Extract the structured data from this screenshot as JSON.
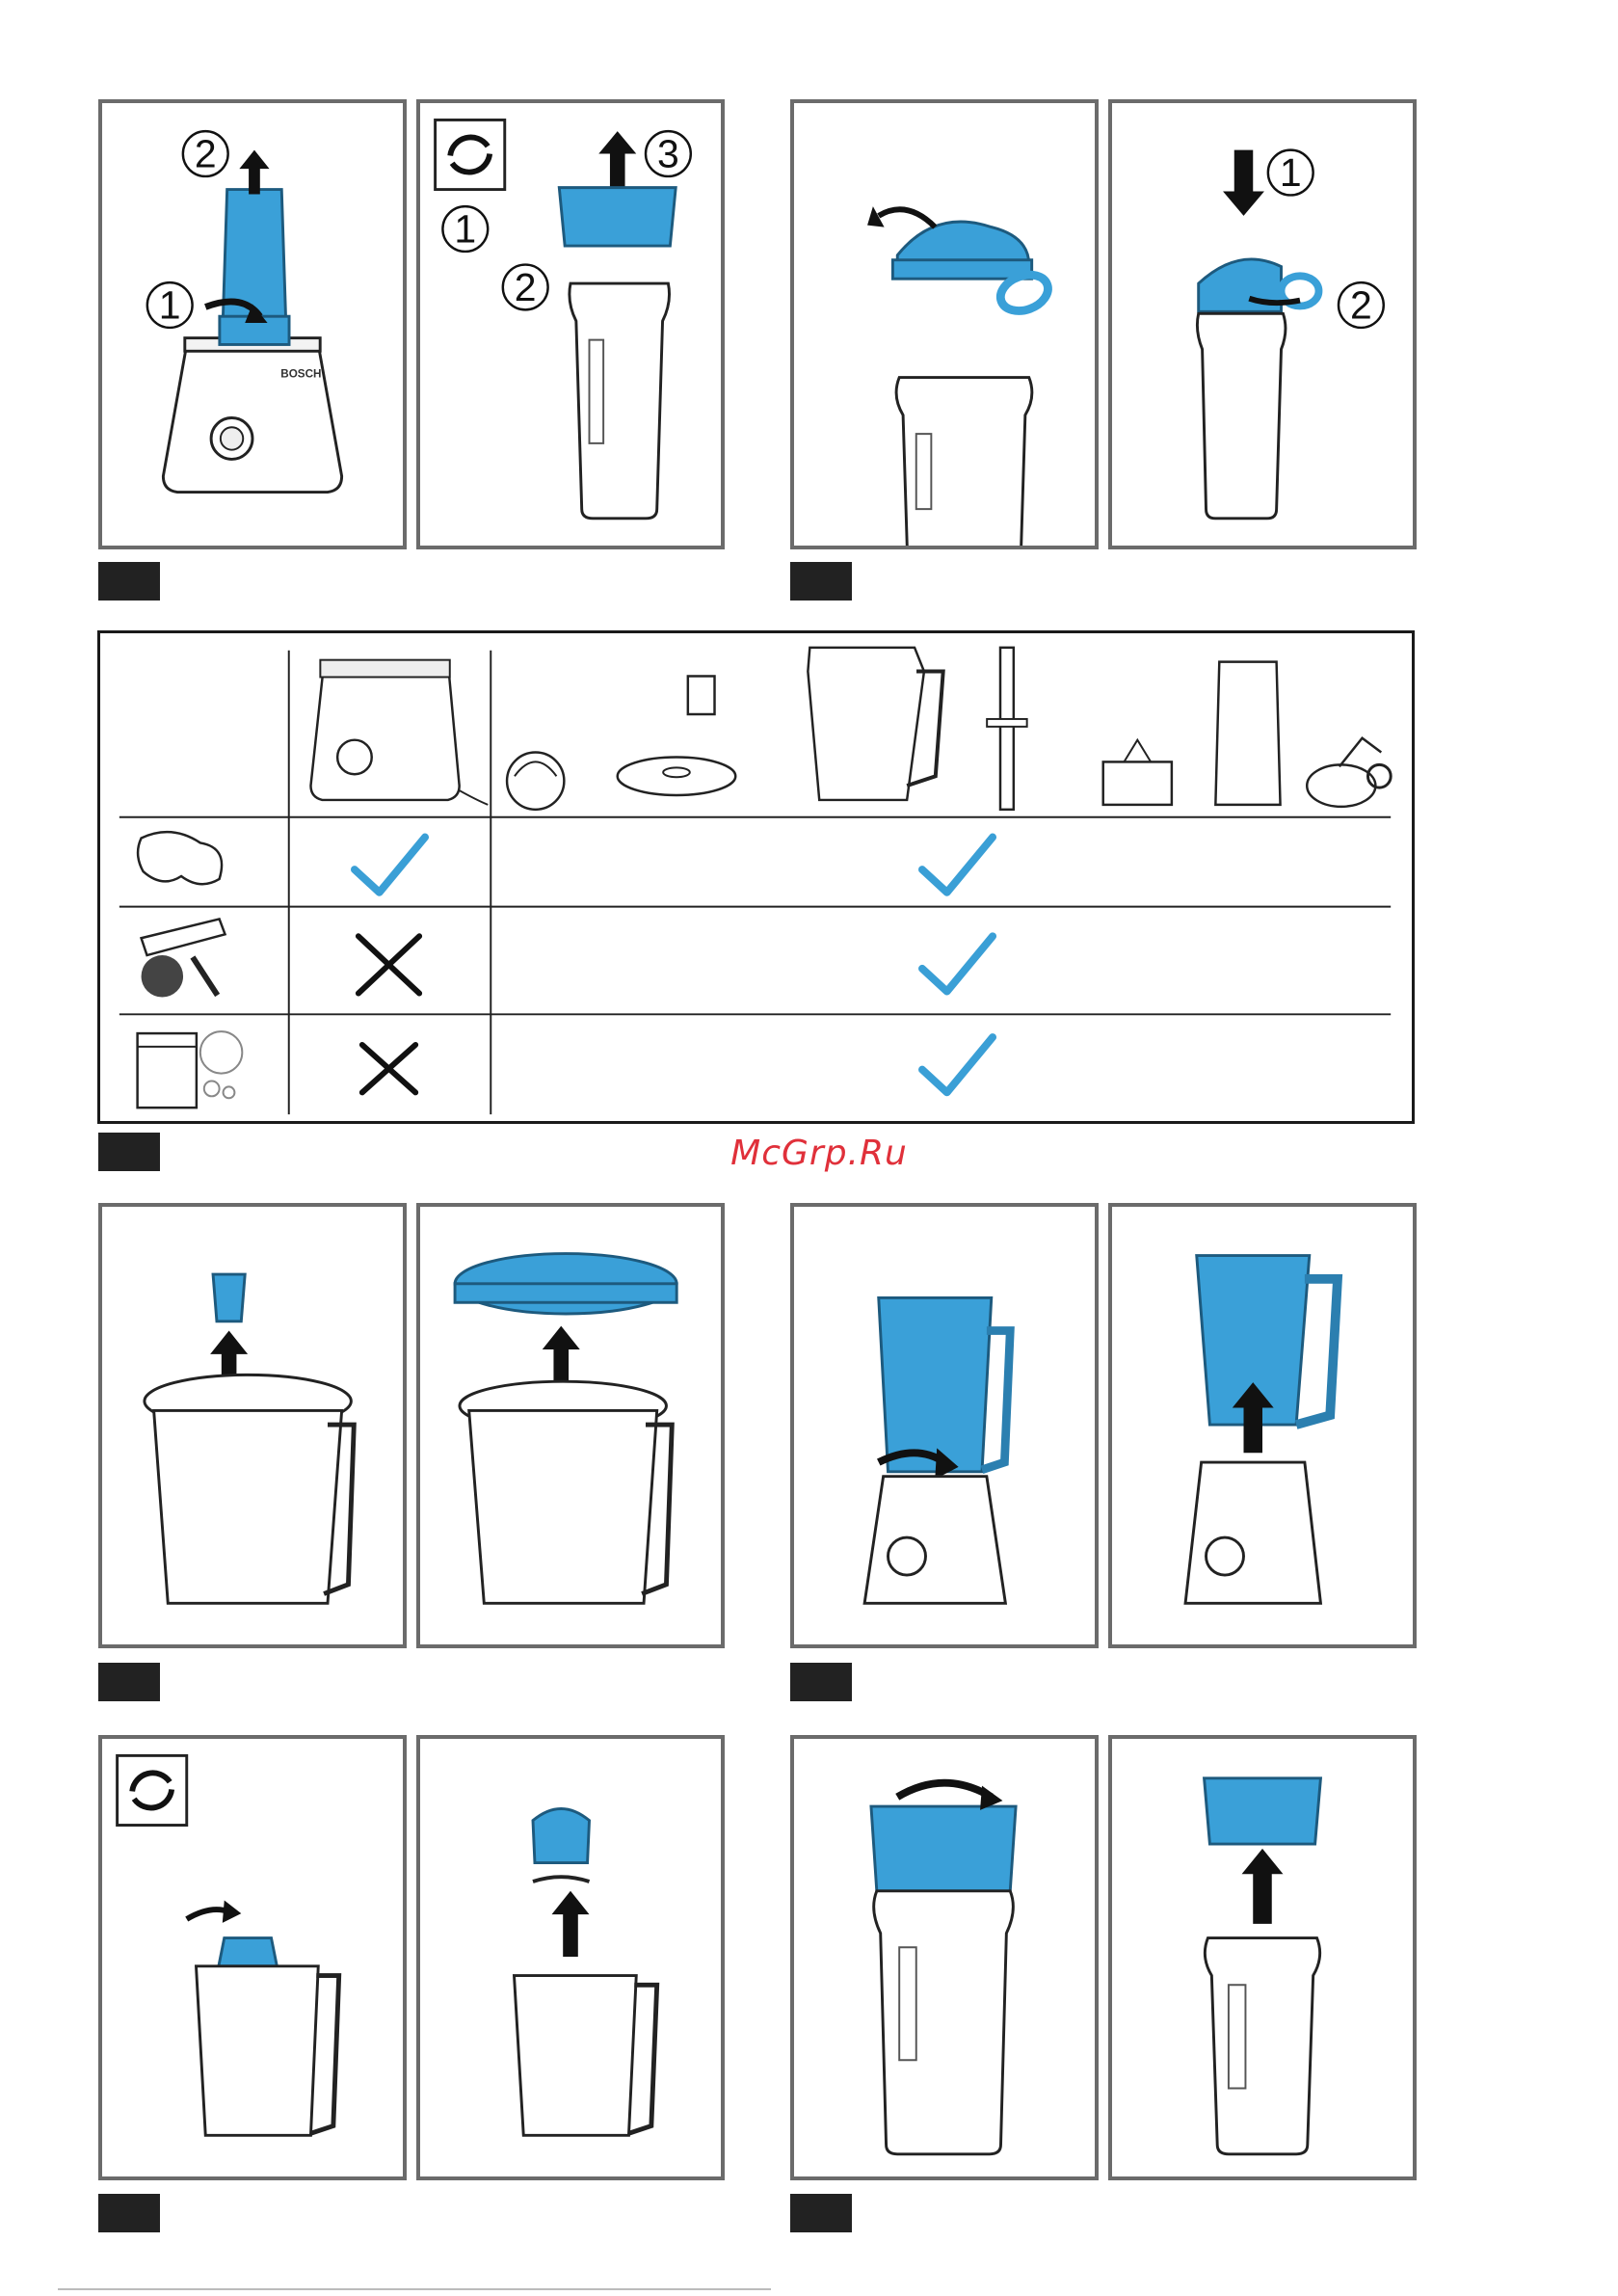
{
  "watermark": "McGrp.Ru",
  "colors": {
    "accent": "#3aa0d8",
    "check": "#3a9fd6",
    "frame": "#6b6b6b",
    "label": "#222222"
  },
  "step_one": {
    "marker_1": "1",
    "marker_2": "2"
  },
  "step_two": {
    "marker_1": "1",
    "marker_2": "2",
    "marker_3": "3"
  },
  "step_three": {
    "marker_1": "1",
    "marker_2": "2"
  },
  "step_four": {
    "marker_1": "1",
    "marker_2": "2"
  },
  "brand_text": "BOSCH",
  "cleaning_table": {
    "rows": [
      {
        "method": "wipe-cloth-icon",
        "base_unit": "check",
        "accessories": "check"
      },
      {
        "method": "hand-wash-brush-icon",
        "base_unit": "cross",
        "accessories": "check"
      },
      {
        "method": "dishwasher-icon",
        "base_unit": "cross",
        "accessories": "check"
      }
    ],
    "accessory_icons": [
      "lid-cap-icon",
      "lid-icon",
      "measuring-cup-icon",
      "jug-icon",
      "tamper-icon",
      "blade-unit-icon",
      "to-go-bottle-icon",
      "bottle-lid-icon"
    ]
  },
  "icons": {
    "rotate": "rotate-arrows-icon",
    "arrow_up": "arrow-up-icon",
    "arrow_down": "arrow-down-icon"
  }
}
